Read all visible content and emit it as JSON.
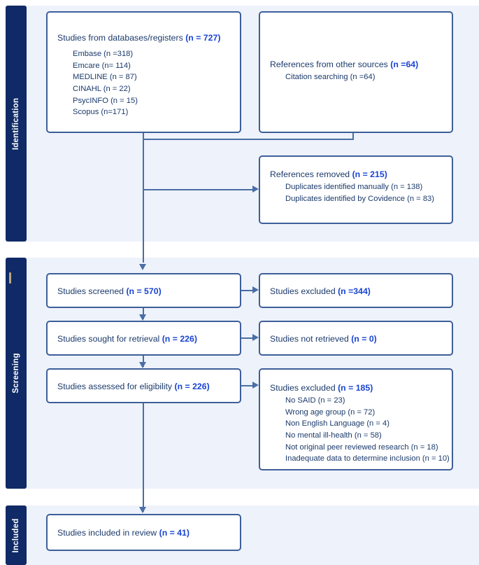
{
  "figure": {
    "type": "prisma-flow-diagram",
    "colors": {
      "stage_bar": "#0f2a66",
      "band_background": "#eef2fb",
      "box_border": "#3d5f99",
      "connector": "#4a6ea5",
      "label_text": "#1b3a6b",
      "count_text": "#1a44d2"
    }
  },
  "stages": [
    {
      "id": "identification",
      "label": "Identification"
    },
    {
      "id": "screening",
      "label": "Screening"
    },
    {
      "id": "included",
      "label": "Included"
    }
  ],
  "boxes": {
    "databases": {
      "title_text": "Studies from databases/registers ",
      "title_count": "(n = 727)",
      "sources": [
        "Embase (n =318)",
        "Emcare (n= 114)",
        "MEDLINE (n = 87)",
        "CINAHL (n = 22)",
        "PsycINFO (n = 15)",
        "Scopus (n=171)"
      ]
    },
    "other_sources": {
      "title_text": "References from other sources ",
      "title_count": "(n =64)",
      "sources": [
        "Citation searching (n =64)"
      ]
    },
    "references_removed": {
      "title_text": "References removed ",
      "title_count": "(n = 215)",
      "sources": [
        "Duplicates identified manually (n = 138)",
        "Duplicates identified by Covidence (n = 83)"
      ]
    },
    "screened": {
      "title_text": "Studies screened ",
      "title_count": "(n = 570)"
    },
    "screened_excluded": {
      "title_text": "Studies excluded ",
      "title_count": "(n =344)"
    },
    "sought_retrieval": {
      "title_text": "Studies sought for retrieval ",
      "title_count": "(n = 226)"
    },
    "not_retrieved": {
      "title_text": "Studies not retrieved ",
      "title_count": "(n = 0)"
    },
    "assessed_eligibility": {
      "title_text": "Studies assessed for eligibility ",
      "title_count": "(n = 226)"
    },
    "eligibility_excluded": {
      "title_text": "Studies excluded ",
      "title_count": "(n = 185)",
      "reasons": [
        "No SAID (n = 23)",
        "Wrong age group (n = 72)",
        "Non English Language (n = 4)",
        "No mental ill-health (n = 58)",
        "Not original peer reviewed research (n = 18)",
        "Inadequate data to determine inclusion (n = 10)"
      ]
    },
    "included_review": {
      "title_text": "Studies included in review ",
      "title_count": "(n = 41)"
    }
  }
}
